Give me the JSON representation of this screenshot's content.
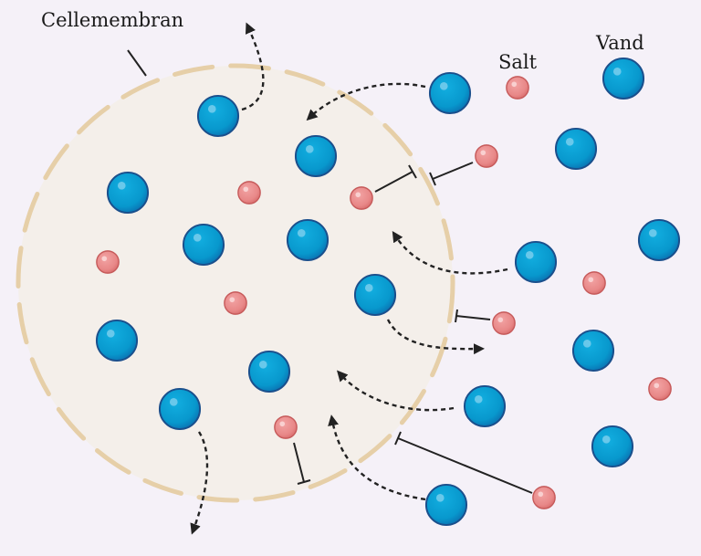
{
  "labels": {
    "membrane": "Cellemembran",
    "salt": "Salt",
    "water": "Vand"
  },
  "colors": {
    "background": "#f5f1f8",
    "cell_fill": "#f4efea",
    "membrane": "#e6cfa8",
    "water": "#0a9fd4",
    "salt": "#e88c8c"
  }
}
